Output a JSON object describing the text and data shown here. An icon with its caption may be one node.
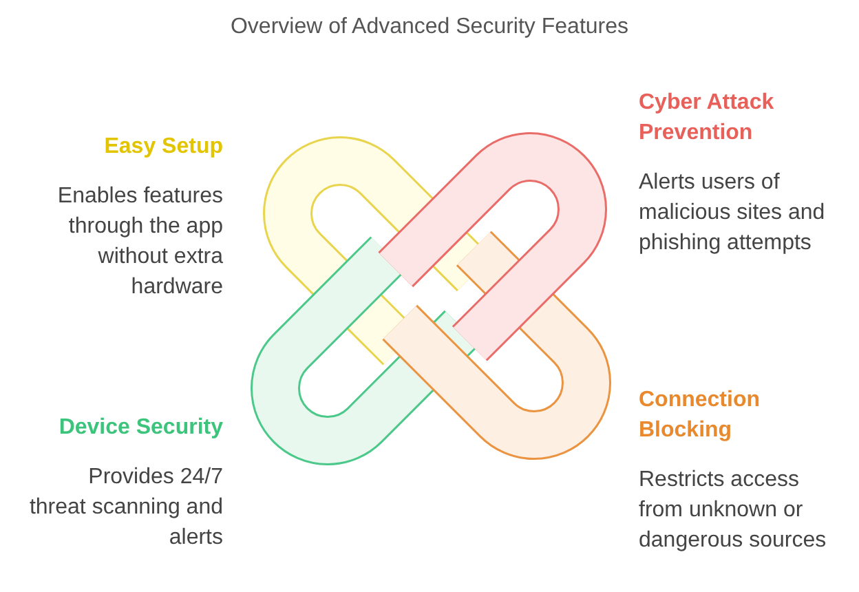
{
  "diagram": {
    "title": "Overview of Advanced Security Features",
    "nodes": [
      {
        "text": [
          "Easy Setup",
          "Enables features through the app without extra hardware"
        ]
      },
      {
        "text": [
          "Cyber Attack Prevention",
          "Alerts users of malicious sites and phishing attempts"
        ]
      },
      {
        "text": [
          "Device Security",
          "Provides 24/7 threat scanning and alerts"
        ]
      },
      {
        "text": [
          "Connection Blocking",
          "Restricts access from unknown or dangerous sources"
        ]
      }
    ]
  }
}
